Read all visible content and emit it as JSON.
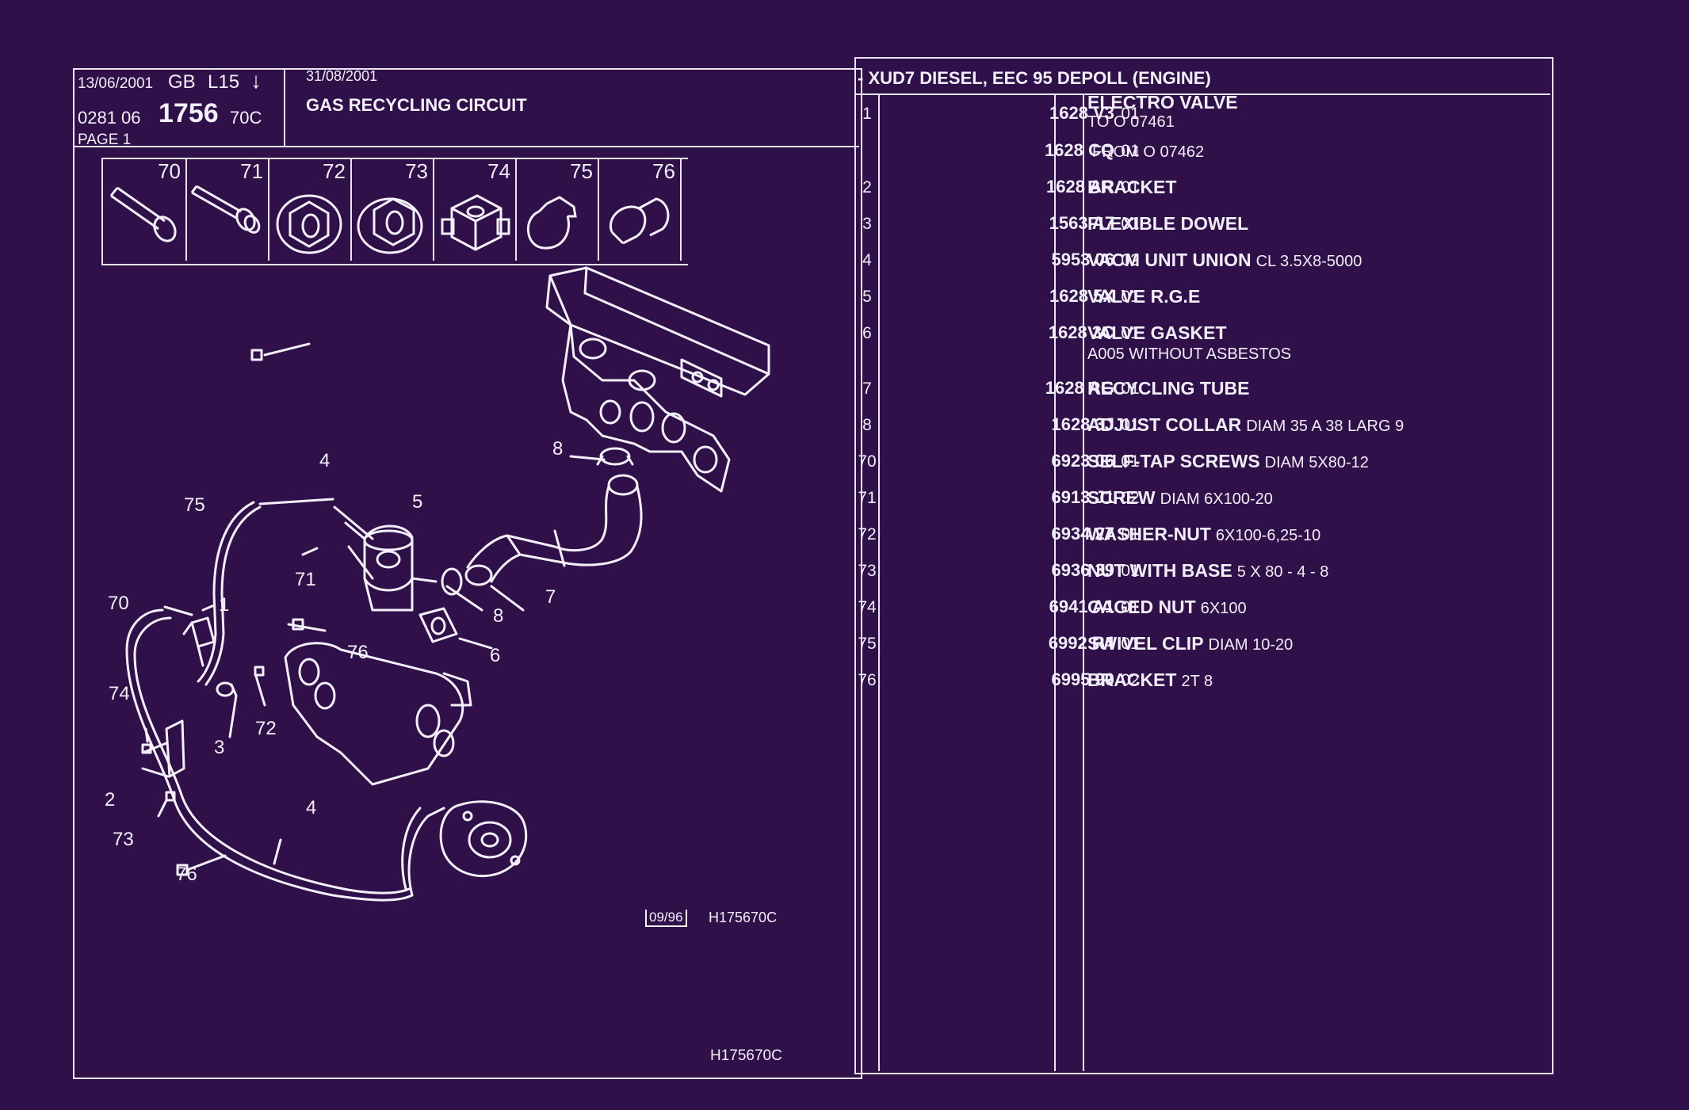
{
  "header": {
    "date": "13/06/2001",
    "lang": "GB",
    "level": "L15",
    "arrow_icon": "arrow-down-icon",
    "code_prefix": "0281 06",
    "code_main": "1756",
    "code_suffix": "70C",
    "page": "PAGE 1",
    "update_date": "31/08/2001",
    "title": "GAS RECYCLING CIRCUIT",
    "engine": "- XUD7 DIESEL, EEC 95 DEPOLL (ENGINE)"
  },
  "thumbnails": [
    {
      "num": "70",
      "icon": "screw-icon"
    },
    {
      "num": "71",
      "icon": "screw-icon"
    },
    {
      "num": "72",
      "icon": "washer-nut-icon"
    },
    {
      "num": "73",
      "icon": "nut-icon"
    },
    {
      "num": "74",
      "icon": "caged-nut-icon"
    },
    {
      "num": "75",
      "icon": "clip-icon"
    },
    {
      "num": "76",
      "icon": "bracket-icon"
    }
  ],
  "diagram": {
    "callouts": [
      "4",
      "75",
      "5",
      "8",
      "70",
      "1",
      "71",
      "7",
      "8",
      "76",
      "6",
      "74",
      "72",
      "3",
      "2",
      "73",
      "4",
      "76"
    ],
    "stamp_date": "09/96",
    "ref_code": "H175670C",
    "footer_code": "H175670C"
  },
  "parts": [
    {
      "idx": "1",
      "ref": "1628 V3",
      "qty": "01",
      "name": "ELECTRO VALVE",
      "extra": "TO  O  07461",
      "title_above": true
    },
    {
      "idx": "",
      "ref": "1628 CQ",
      "qty": "01",
      "name": "",
      "extra": "FROM  O  07462"
    },
    {
      "idx": "2",
      "ref": "1628 AR",
      "qty": "01",
      "name": "BRACKET",
      "extra": ""
    },
    {
      "idx": "3",
      "ref": "1563 A7",
      "qty": "01",
      "name": "FLEXIBLE DOWEL",
      "extra": ""
    },
    {
      "idx": "4",
      "ref": "5953 06",
      "qty": "02",
      "name": "VACM UNIT UNION",
      "extra": "CL 3.5X8-5000"
    },
    {
      "idx": "5",
      "ref": "1628 5X",
      "qty": "01",
      "name": "VALVE R.G.E",
      "extra": ""
    },
    {
      "idx": "6",
      "ref": "1628 3C",
      "qty": "01",
      "name": "VALVE GASKET",
      "extra": "",
      "line2": "A005 WITHOUT ASBESTOS"
    },
    {
      "idx": "7",
      "ref": "1628 AG",
      "qty": "01",
      "name": "RECYCLING TUBE",
      "extra": ""
    },
    {
      "idx": "8",
      "ref": "1628 3J",
      "qty": "01",
      "name": "ADJUST COLLAR",
      "extra": "DIAM 35 A 38 LARG 9"
    },
    {
      "idx": "70",
      "ref": "6923 06",
      "qty": "01",
      "name": "SELF-TAP SCREWS",
      "extra": "DIAM 5X80-12"
    },
    {
      "idx": "71",
      "ref": "6913 J1",
      "qty": "02",
      "name": "SCREW",
      "extra": "DIAM 6X100-20"
    },
    {
      "idx": "72",
      "ref": "6934 27",
      "qty": "01",
      "name": "WASHER-NUT",
      "extra": "6X100-6,25-10"
    },
    {
      "idx": "73",
      "ref": "6936 39",
      "qty": "01",
      "name": "NUT WITH BASE",
      "extra": "5 X 80 - 4 - 8"
    },
    {
      "idx": "74",
      "ref": "6941 A1",
      "qty": "01",
      "name": "CAGED NUT",
      "extra": "6X100"
    },
    {
      "idx": "75",
      "ref": "6992 R4",
      "qty": "01",
      "name": "SWIVEL CLIP",
      "extra": "DIAM 10-20"
    },
    {
      "idx": "76",
      "ref": "6995 90",
      "qty": "02",
      "name": "BRACKET",
      "extra": "2T 8"
    }
  ]
}
